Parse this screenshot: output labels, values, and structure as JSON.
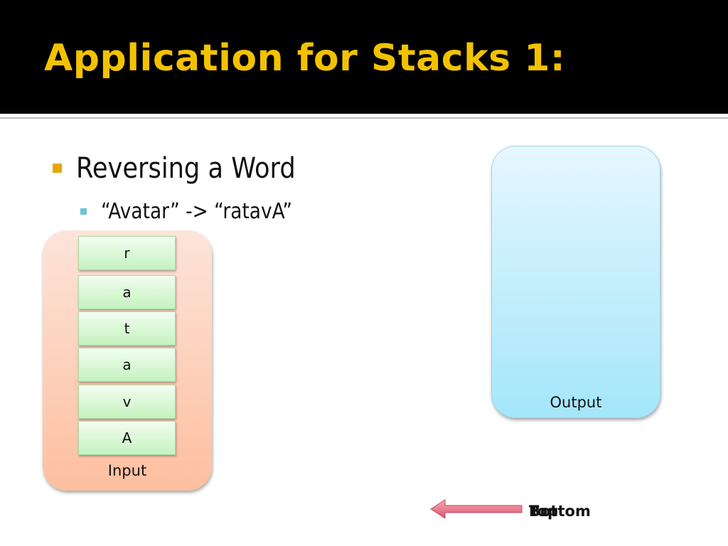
{
  "title": "Application for Stacks 1:",
  "bullets": [
    {
      "text": "Reversing a Word"
    },
    {
      "text": "“Avatar” -> “ratavA”"
    }
  ],
  "input_box": {
    "label": "Input",
    "cells": [
      "r",
      "a",
      "t",
      "a",
      "v",
      "A"
    ]
  },
  "output_box": {
    "label": "Output"
  },
  "pointer": {
    "labels": [
      "Top",
      "Bottom"
    ]
  },
  "colors": {
    "title": "#f2c200",
    "header_bg": "#000000",
    "input_box": "#fdbf9f",
    "output_box": "#a4e6fb",
    "cell": "#c5f2bf",
    "arrow": "#e46c80"
  }
}
